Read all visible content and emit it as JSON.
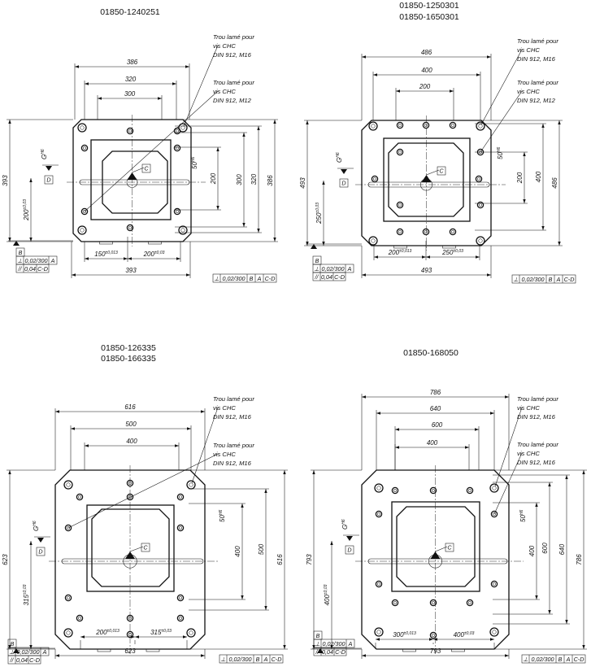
{
  "views": [
    {
      "refs": [
        "01850-1240251"
      ],
      "notes": [
        [
          "Trou lamé pour",
          "vis CHC",
          "DIN 912, M16"
        ],
        [
          "Trou lamé pour",
          "vis CHC",
          "DIN 912, M12"
        ]
      ],
      "dims": {
        "top": [
          "386",
          "320",
          "300"
        ],
        "right": [
          "200",
          "300",
          "320",
          "386"
        ],
        "left_total": "393",
        "left_offset": "200",
        "left_offset_tol": "±0,03",
        "bottom_a": "150",
        "bottom_a_tol": "±0,013",
        "bottom_b": "200",
        "bottom_b_tol": "±0,03",
        "bottom_total": "393",
        "bore": "50",
        "bore_fit": "H6",
        "key": "G",
        "key_fit": "H6"
      }
    },
    {
      "refs": [
        "01850-1250301",
        "01850-1650301"
      ],
      "notes": [
        [
          "Trou lamé pour",
          "vis CHC",
          "DIN 912, M16"
        ],
        [
          "Trou lamé pour",
          "vis CHC",
          "DIN 912, M12"
        ]
      ],
      "dims": {
        "top": [
          "486",
          "400",
          "200"
        ],
        "right": [
          "200",
          "400",
          "486"
        ],
        "left_total": "493",
        "left_offset": "250",
        "left_offset_tol": "±0,03",
        "bottom_a": "200",
        "bottom_a_tol": "±0,013",
        "bottom_b": "250",
        "bottom_b_tol": "±0,03",
        "bottom_total": "493",
        "bore": "50",
        "bore_fit": "H6",
        "key": "G",
        "key_fit": "H6"
      }
    },
    {
      "refs": [
        "01850-126335",
        "01850-166335"
      ],
      "notes": [
        [
          "Trou lamé pour",
          "vis CHC",
          "DIN 912, M16"
        ],
        [
          "Trou lamé pour",
          "vis CHC",
          "DIN 912, M16"
        ]
      ],
      "dims": {
        "top": [
          "616",
          "500",
          "400"
        ],
        "right": [
          "400",
          "500",
          "616"
        ],
        "left_total": "623",
        "left_offset": "315",
        "left_offset_tol": "±0,03",
        "bottom_a": "200",
        "bottom_a_tol": "±0,013",
        "bottom_b": "315",
        "bottom_b_tol": "±0,03",
        "bottom_total": "623",
        "bore": "50",
        "bore_fit": "H6",
        "key": "G",
        "key_fit": "H6"
      }
    },
    {
      "refs": [
        "01850-168050"
      ],
      "notes": [
        [
          "Trou lamé pour",
          "vis CHC",
          "DIN 912, M16"
        ],
        [
          "Trou lamé pour",
          "vis CHC",
          "DIN 912, M16"
        ]
      ],
      "dims": {
        "top": [
          "786",
          "640",
          "600",
          "400"
        ],
        "right": [
          "400",
          "600",
          "640",
          "786"
        ],
        "left_total": "793",
        "left_offset": "400",
        "left_offset_tol": "±0,03",
        "bottom_a": "300",
        "bottom_a_tol": "±0,013",
        "bottom_b": "400",
        "bottom_b_tol": "±0,03",
        "bottom_total": "793",
        "bore": "50",
        "bore_fit": "H6",
        "key": "G",
        "key_fit": "H6"
      }
    }
  ],
  "datums": {
    "b": "B",
    "c": "C",
    "d": "D"
  },
  "tolerance_boxes": {
    "perp_sym": "⊥",
    "perp_val": "0,02/300",
    "perp_ref": "A",
    "par_sym": "//",
    "par_val": "0,04",
    "par_ref": "C-D",
    "bottom_sym": "⊥",
    "bottom_val": "0,02/300",
    "bottom_refs": [
      "B",
      "A",
      "C-D"
    ]
  }
}
